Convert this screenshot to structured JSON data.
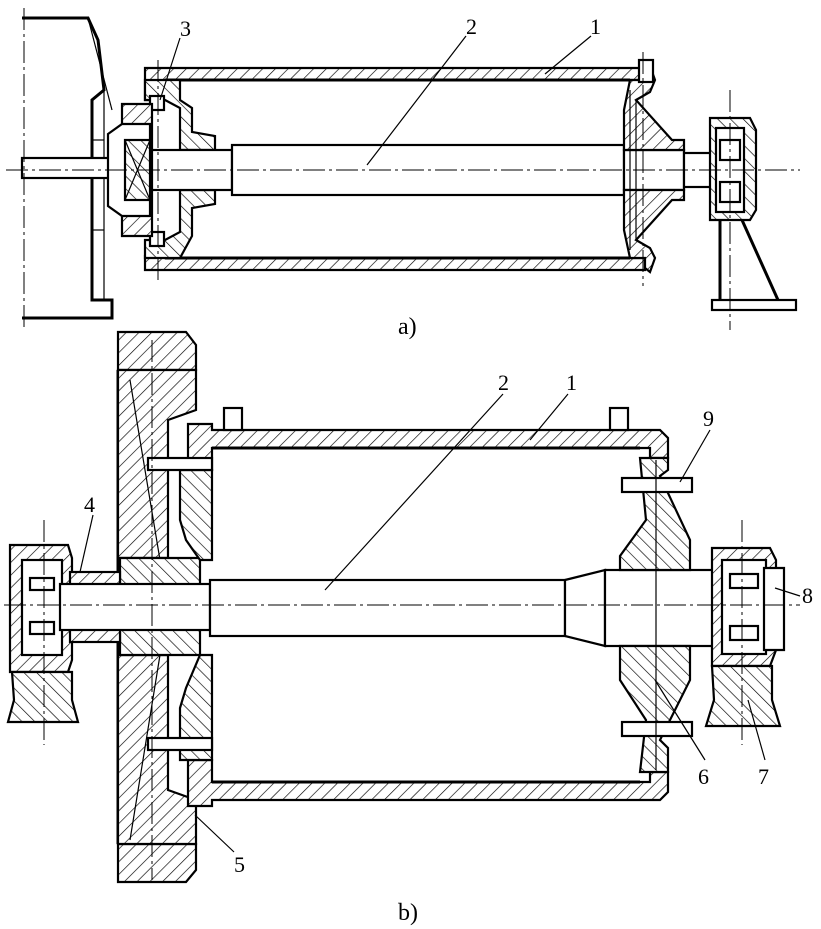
{
  "captions": {
    "a": "a)",
    "b": "b)"
  },
  "labels_a": {
    "n1": "1",
    "n2": "2",
    "n3": "3"
  },
  "labels_b": {
    "n1": "1",
    "n2": "2",
    "n4": "4",
    "n5": "5",
    "n6": "6",
    "n7": "7",
    "n8": "8",
    "n9": "9"
  }
}
